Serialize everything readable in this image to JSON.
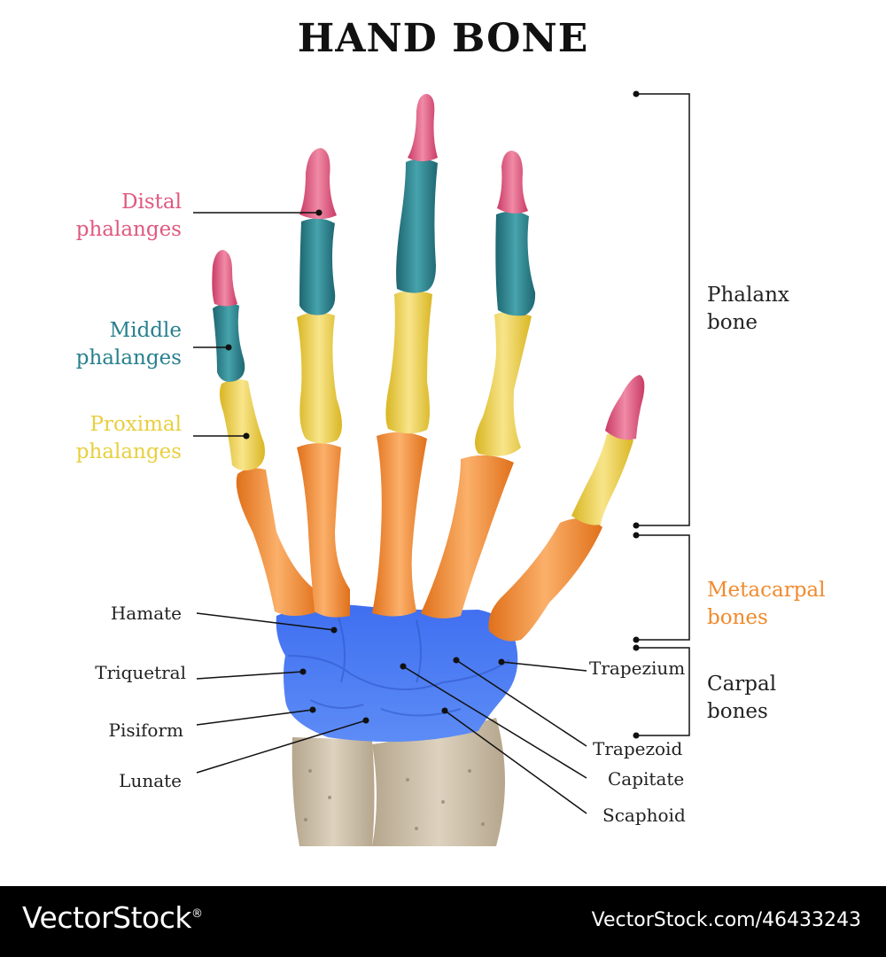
{
  "title": "HAND BONE",
  "colors": {
    "distal": "#e0587f",
    "middle": "#27808e",
    "proximal": "#e9cf3e",
    "metacarpal": "#f08a2c",
    "carpal": "#4d7ff2",
    "forearm": "#cdbfa8",
    "label_dark": "#222222"
  },
  "left_labels": {
    "distal": [
      "Distal",
      "phalanges"
    ],
    "middle": [
      "Middle",
      "phalanges"
    ],
    "proximal": [
      "Proximal",
      "phalanges"
    ]
  },
  "carpal_left": {
    "hamate": "Hamate",
    "triquetral": "Triquetral",
    "pisiform": "Pisiform",
    "lunate": "Lunate"
  },
  "carpal_right": {
    "trapezium": "Trapezium",
    "trapezoid": "Trapezoid",
    "capitate": "Capitate",
    "scaphoid": "Scaphoid"
  },
  "groups": {
    "phalanx": [
      "Phalanx",
      "bone"
    ],
    "metacarpal": [
      "Metacarpal",
      "bones"
    ],
    "carpal": [
      "Carpal",
      "bones"
    ]
  },
  "footer": {
    "brand": "VectorStock",
    "brand_mark": "®",
    "stock_id": "VectorStock.com/46433243"
  }
}
